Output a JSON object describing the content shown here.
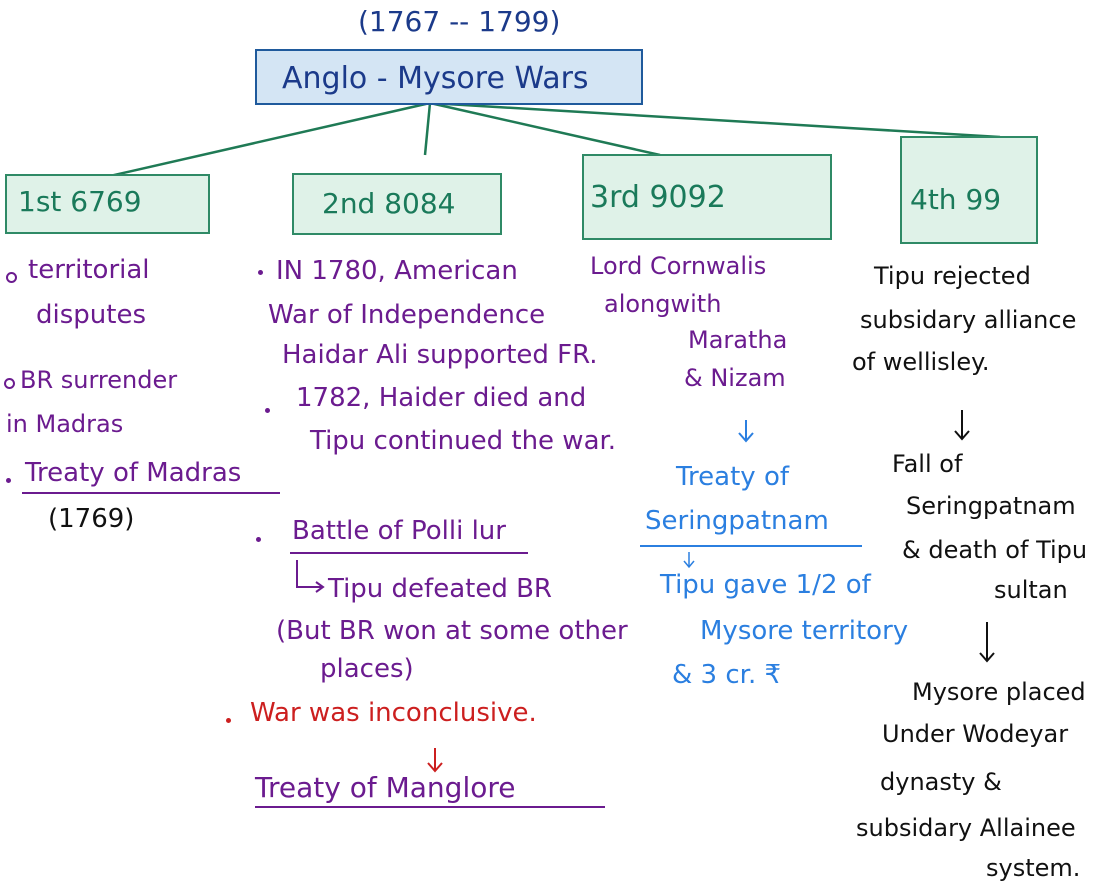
{
  "root": {
    "years": "(1767 -- 1799)",
    "title": "Anglo - Mysore Wars"
  },
  "wars": [
    {
      "label": "1st 6769"
    },
    {
      "label": "2nd 8084"
    },
    {
      "label": "3rd 9092"
    },
    {
      "label": "4th 99"
    }
  ],
  "first_war": {
    "lines": [
      "territorial",
      "disputes",
      "BR surrender",
      "in Madras",
      "Treaty of Madras",
      "(1769)"
    ]
  },
  "second_war": {
    "lines": [
      "IN 1780, American",
      "War of Independence",
      "Haidar Ali supported FR.",
      "1782, Haider died and",
      "Tipu continued the war.",
      "Battle of Polli lur",
      "Tipu defeated BR",
      "(But BR won at some other",
      "places)",
      "War was inconclusive.",
      "Treaty of Manglore"
    ]
  },
  "third_war": {
    "lines": [
      "Lord Cornwalis",
      "alongwith",
      "Maratha",
      "& Nizam",
      "Treaty of",
      "Seringpatnam",
      "Tipu gave 1/2 of",
      "Mysore territory",
      "& 3 cr. ₹"
    ]
  },
  "fourth_war": {
    "lines": [
      "Tipu rejected",
      "subsidary alliance",
      "of wellisley.",
      "Fall of",
      "Seringpatnam",
      "& death of Tipu",
      "sultan",
      "Mysore placed",
      "Under Wodeyar",
      "dynasty &",
      "subsidary Allainee",
      "system."
    ]
  },
  "colors": {
    "root_fill": "#d4e5f4",
    "root_border": "#1f5a9c",
    "war_fill": "#dff2e8",
    "war_border": "#2f8a66",
    "first_war_text": "#6b1b8f",
    "second_war_text": "#6b1b8f",
    "inconclusive_text": "#cc1f1f",
    "third_war_text": "#6b1b8f",
    "treaty_text": "#2b7fe0",
    "fourth_war_text": "#111111"
  }
}
